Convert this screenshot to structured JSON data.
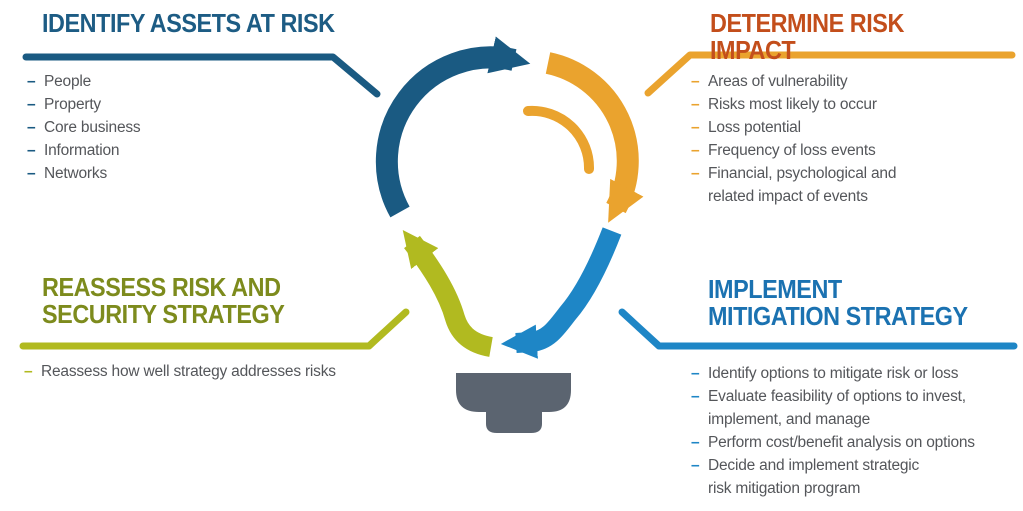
{
  "palette": {
    "dark_blue": "#1A5A82",
    "orange": "#EAA32E",
    "light_blue": "#1E86C6",
    "green": "#B1BA20",
    "header_dark_blue": "#1D5C84",
    "header_orange_red": "#C34E1B",
    "header_olive": "#7D8B1D",
    "header_blue": "#1B72B1",
    "bulb_base_gray": "#5B6470",
    "body_text_gray": "#54565A"
  },
  "sections": {
    "top_left": {
      "title": "IDENTIFY ASSETS AT RISK",
      "bullet_glyph": "–",
      "items": [
        "People",
        "Property",
        "Core business",
        "Information",
        "Networks"
      ]
    },
    "top_right": {
      "title": "DETERMINE RISK IMPACT",
      "bullet_glyph": "–",
      "items": [
        "Areas of vulnerability",
        "Risks most likely to occur",
        "Loss potential",
        "Frequency of loss events",
        "Financial, psychological and\nrelated impact of events"
      ]
    },
    "bottom_left": {
      "title": "REASSESS RISK AND\nSECURITY STRATEGY",
      "bullet_glyph": "–",
      "items": [
        "Reassess how well strategy addresses risks"
      ]
    },
    "bottom_right": {
      "title": "IMPLEMENT\nMITIGATION STRATEGY",
      "bullet_glyph": "–",
      "items": [
        "Identify options to mitigate risk or loss",
        "Evaluate feasibility of options to invest,\nimplement, and manage",
        "Perform cost/benefit analysis on options",
        "Decide and implement strategic\nrisk mitigation program"
      ]
    }
  },
  "center": {
    "icon": "lightbulb-cycle-icon",
    "arrow_colors": {
      "identify_arc": "#1A5A82",
      "determine_arc": "#EAA32E",
      "implement_arrow": "#1E86C6",
      "reassess_arrow": "#B1BA20"
    },
    "base_color": "#5B6470"
  }
}
